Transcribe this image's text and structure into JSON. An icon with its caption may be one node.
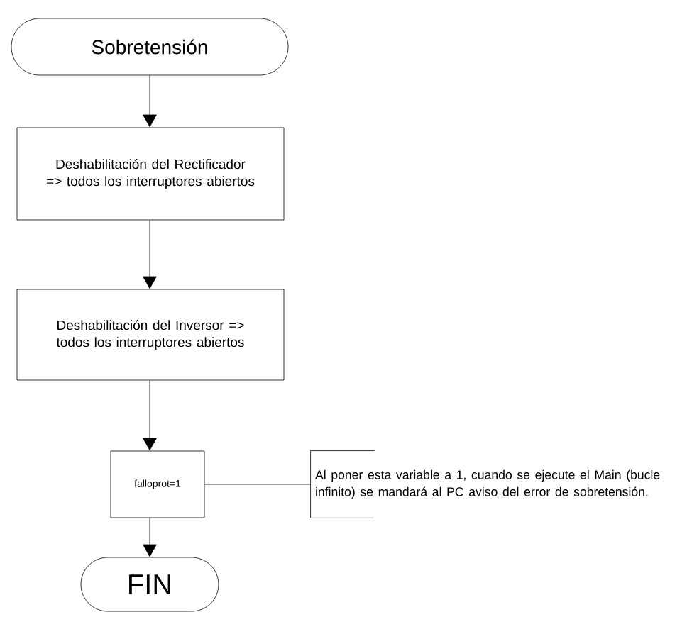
{
  "diagram": {
    "nodes": [
      {
        "text": [
          "Sobretensión"
        ]
      },
      {
        "text": [
          "Deshabilitación del Rectificador => todos los interruptores abiertos"
        ]
      },
      {
        "text": [
          "Deshabilitación del Inversor => todos los interruptores abiertos"
        ]
      },
      {
        "text": [
          "falloprot=1"
        ]
      },
      {
        "text": [
          "Al poner esta variable a 1, cuando se ejecute el Main (bucle infinito) se mandará al PC aviso del error de sobretensión."
        ]
      },
      {
        "text": [
          "FIN"
        ]
      }
    ],
    "edges": [
      {
        "from": 0,
        "to": 1,
        "arrow": "to"
      },
      {
        "from": 1,
        "to": 2,
        "arrow": "to"
      },
      {
        "from": 2,
        "to": 3,
        "arrow": "to"
      },
      {
        "from": 3,
        "to": 4,
        "arrow": "none"
      },
      {
        "from": 3,
        "to": 5,
        "arrow": "to"
      }
    ]
  }
}
